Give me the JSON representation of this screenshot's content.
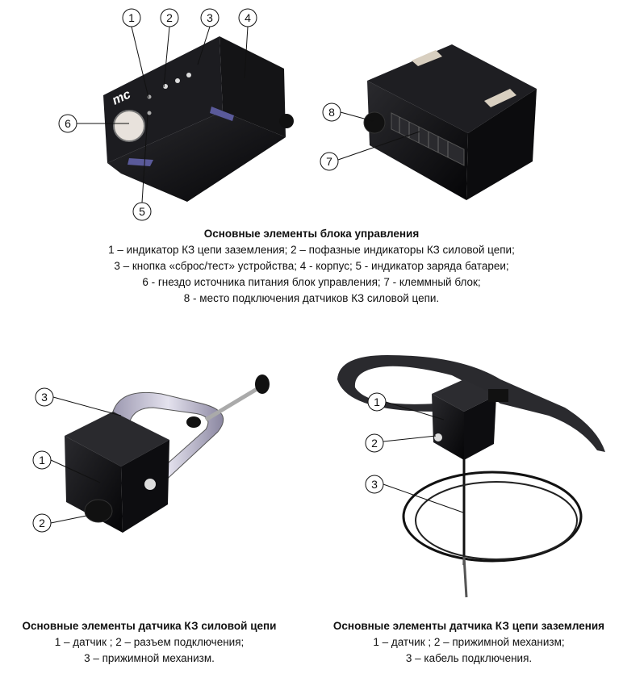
{
  "figure_control_unit": {
    "logo_text": "mc",
    "callouts": [
      "1",
      "2",
      "3",
      "4",
      "5",
      "6",
      "7",
      "8"
    ],
    "caption": {
      "title": "Основные элементы блока управления",
      "lines": [
        "1 – индикатор КЗ цепи заземления; 2 – пофазные индикаторы КЗ силовой цепи;",
        "3 – кнопка «сброс/тест» устройства; 4 - корпус; 5 - индикатор заряда батареи;",
        "6 - гнездо источника питания блок управления; 7 - клеммный блок;",
        "8 - место подключения датчиков КЗ силовой цепи."
      ]
    }
  },
  "figure_power_sensor": {
    "callouts": [
      "1",
      "2",
      "3"
    ],
    "caption": {
      "title": "Основные элементы датчика КЗ силовой цепи",
      "lines": [
        "1 – датчик ; 2 – разъем подключения;",
        "3 – прижимной механизм."
      ]
    }
  },
  "figure_ground_sensor": {
    "callouts": [
      "1",
      "2",
      "3"
    ],
    "caption": {
      "title": "Основные элементы датчика КЗ цепи заземления",
      "lines": [
        "1 – датчик ; 2 – прижимной механизм;",
        "3 – кабель подключения."
      ]
    }
  }
}
